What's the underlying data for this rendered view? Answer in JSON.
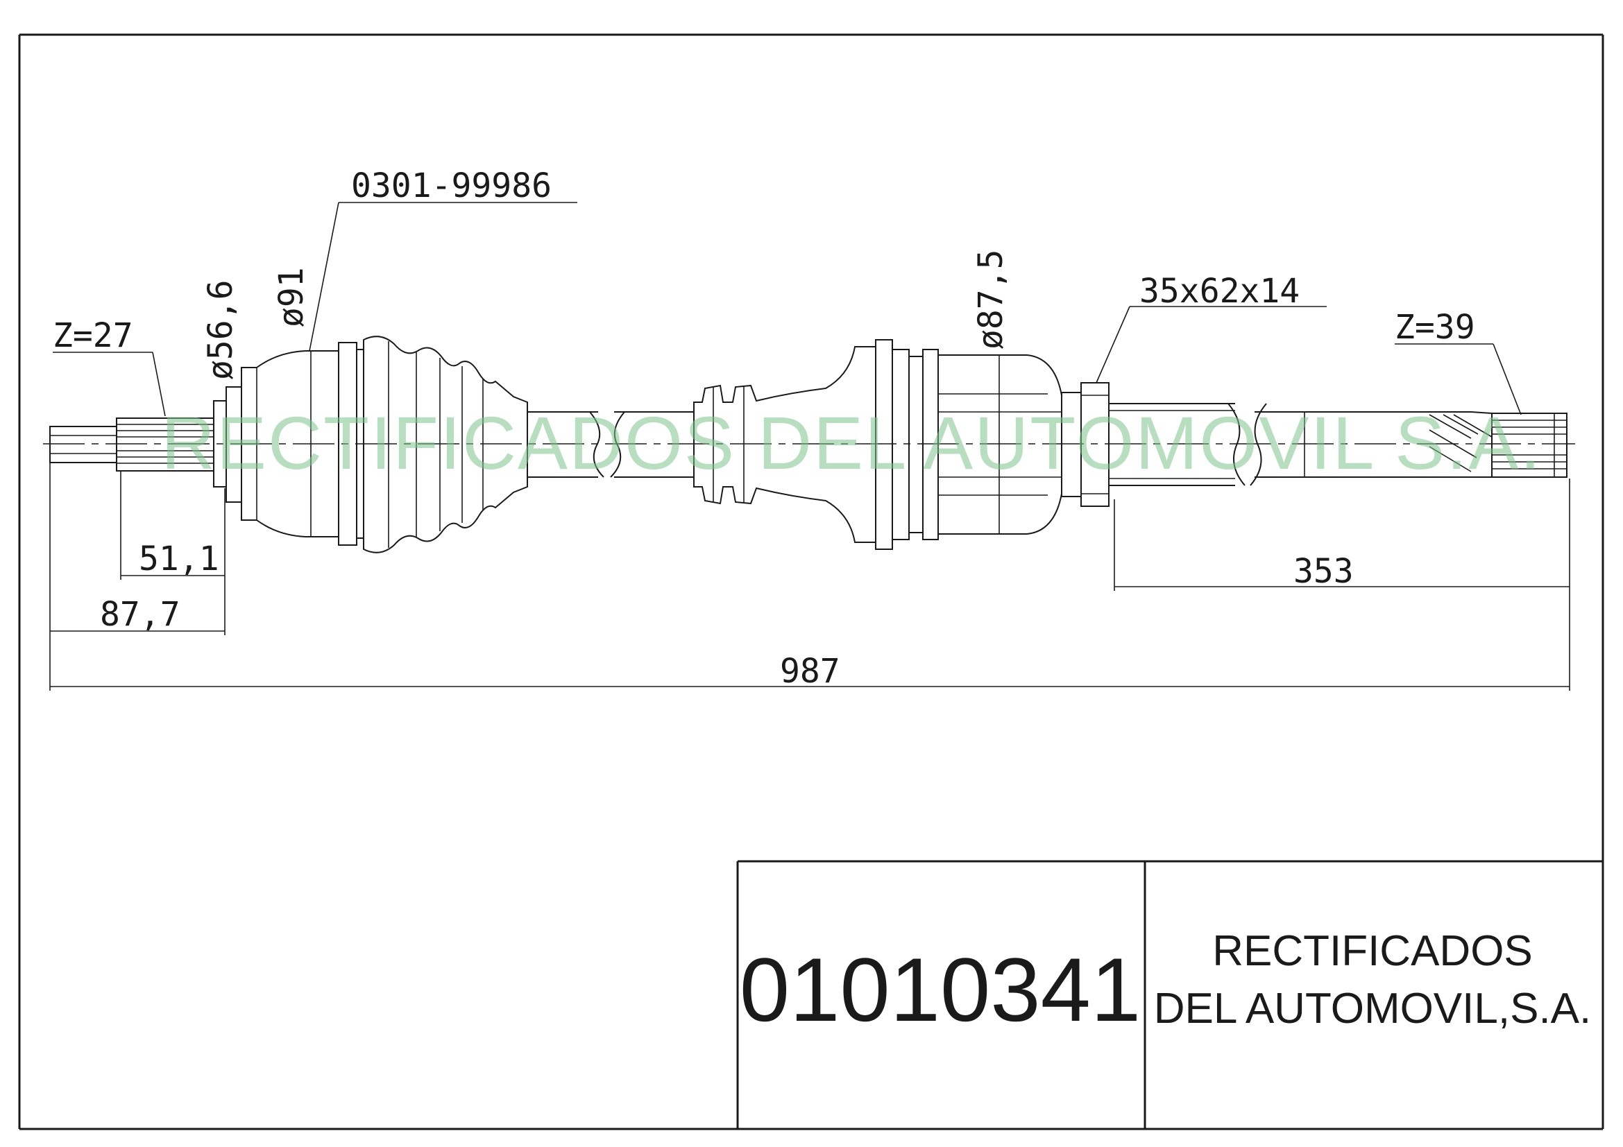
{
  "drawing": {
    "labels": {
      "z_left": "Z=27",
      "dia_566": "ø56,6",
      "dia_91": "ø91",
      "part_ref": "0301-99986",
      "dia_875": "ø87,5",
      "bearing": "35x62x14",
      "z_right": "Z=39"
    },
    "dimensions": {
      "d_511": "51,1",
      "d_877": "87,7",
      "d_353": "353",
      "d_987": "987"
    },
    "watermark": "RECTIFICADOS DEL AUTOMOVIL S.A."
  },
  "title_block": {
    "part_number": "01010341",
    "company_line1": "RECTIFICADOS",
    "company_line2": "DEL AUTOMOVIL,S.A."
  },
  "colors": {
    "line": "#1a1a1a",
    "watermark": "#7cc48a"
  }
}
